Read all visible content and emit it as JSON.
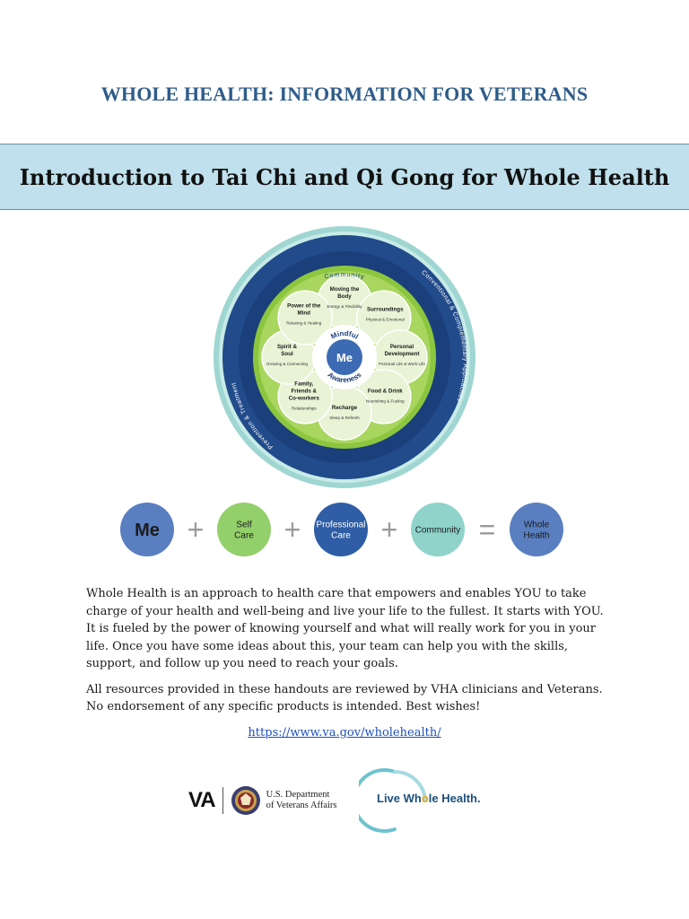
{
  "header": {
    "top_title": "WHOLE HEALTH: INFORMATION FOR VETERANS",
    "banner_title": "Introduction to Tai Chi and Qi Gong for Whole Health"
  },
  "wheel": {
    "outer_ring": {
      "top": "Community",
      "left": "Prevention & Treatment",
      "right": "Conventional & Complementary Approaches"
    },
    "center": {
      "label": "Me",
      "arc_top": "Mindful",
      "arc_bottom": "Awareness"
    },
    "petals": [
      {
        "title": "Moving the Body",
        "sub": "Energy & Flexibility"
      },
      {
        "title": "Surroundings",
        "sub": "Physical & Emotional"
      },
      {
        "title": "Personal Development",
        "sub": "Personal Life & Work Life"
      },
      {
        "title": "Food & Drink",
        "sub": "Nourishing & Fueling"
      },
      {
        "title": "Recharge",
        "sub": "Sleep & Refresh"
      },
      {
        "title": "Family, Friends & Co-workers",
        "sub": "Relationships"
      },
      {
        "title": "Spirit & Soul",
        "sub": "Growing & Connecting"
      },
      {
        "title": "Power of the Mind",
        "sub": "Relaxing & Healing"
      }
    ],
    "colors": {
      "outer": "#9fd6d2",
      "navy": "#1b3f7a",
      "green": "#8cc63f",
      "petal": "#e9f3d6",
      "center": "#3d6bb3"
    }
  },
  "equation": {
    "terms": [
      {
        "label": "Me",
        "color": "#5a7fc0"
      },
      {
        "label": "Self Care",
        "color": "#93cf6a"
      },
      {
        "label": "Professional Care",
        "color": "#2f5ea6"
      },
      {
        "label": "Community",
        "color": "#8fd3cb"
      },
      {
        "label": "Whole Health",
        "color": "#5a7fc0"
      }
    ],
    "plus": "+",
    "equals": "="
  },
  "body": {
    "paragraph1": "Whole Health is an approach to health care that empowers and enables YOU to take charge of your health and well-being and live your life to the fullest. It starts with YOU. It is fueled by the power of knowing yourself and what will really work for you in your life. Once you have some ideas about this, your team can help you with the skills, support, and follow up you need to reach your goals.",
    "paragraph2": "All resources provided in these handouts are reviewed by VHA clinicians and Veterans. No endorsement of any specific products is intended. Best wishes!",
    "link": "https://www.va.gov/wholehealth/"
  },
  "footer": {
    "va_mark": "VA",
    "va_dept": "U.S. Department\nof Veterans Affairs",
    "lwh_before": "Live Wh",
    "lwh_o": "o",
    "lwh_after": "le Health."
  }
}
